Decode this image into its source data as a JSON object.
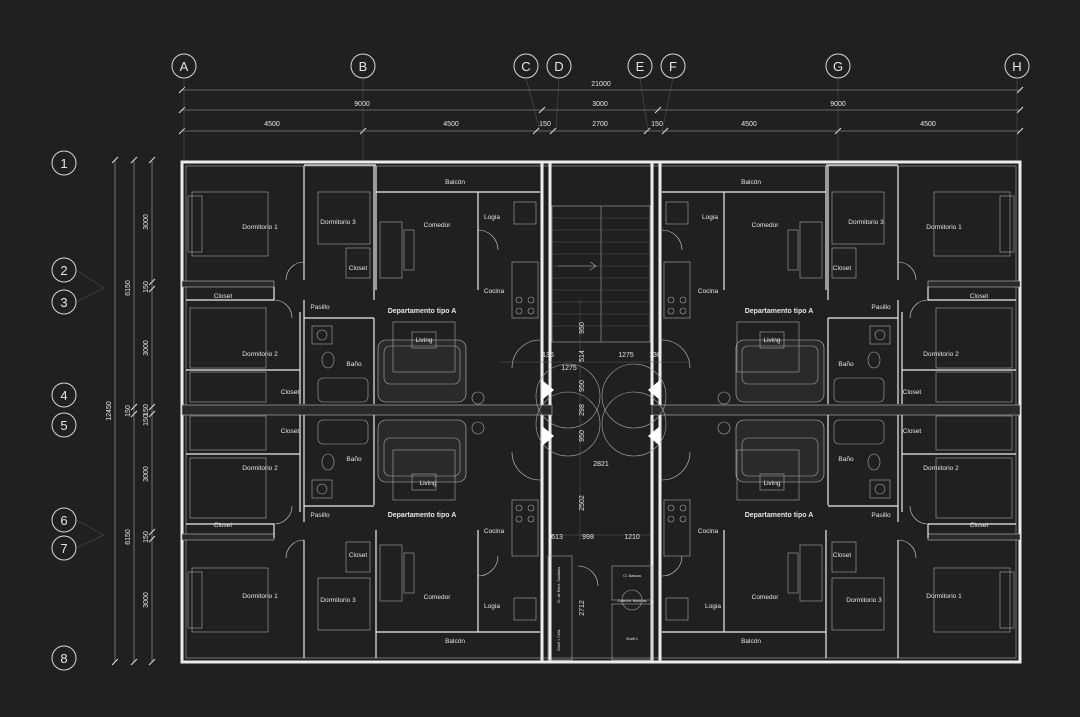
{
  "grid": {
    "columns": [
      "A",
      "B",
      "C",
      "D",
      "E",
      "F",
      "G",
      "H"
    ],
    "rows": [
      "1",
      "2",
      "3",
      "4",
      "5",
      "6",
      "7",
      "8"
    ]
  },
  "dims_top": {
    "overall": "21000",
    "level2": [
      "9000",
      "3000",
      "9000"
    ],
    "level3": [
      "4500",
      "4500",
      "150",
      "2700",
      "150",
      "4500",
      "4500"
    ]
  },
  "dims_left": {
    "overall": "12450",
    "level2": [
      "6150",
      "150",
      "6150"
    ],
    "level3": [
      "3000",
      "150",
      "3000",
      "150",
      "150",
      "3000",
      "150",
      "3000"
    ]
  },
  "rooms": {
    "balcon": "Balcón",
    "logia": "Logia",
    "comedor": "Comedor",
    "dormitorio1": "Dormitorio 1",
    "dormitorio2": "Dormitorio 2",
    "dormitorio3": "Dormitorio 3",
    "closet": "Closet",
    "pasillo": "Pasillo",
    "bano": "Baño",
    "cocina": "Cocina",
    "living": "Living",
    "departamento": "Departamento tipo A"
  },
  "core_dims": [
    "136",
    "1275",
    "1275",
    "136",
    "514",
    "950",
    "950",
    "298",
    "950",
    "2821",
    "2502",
    "613",
    "998",
    "1210",
    "2712"
  ],
  "core_labels": [
    "Shaft 1",
    "Cl. Basura",
    "Colector Basuras",
    "Cl. de Elect. Sanitaria",
    "Shaft 1 Celd."
  ]
}
